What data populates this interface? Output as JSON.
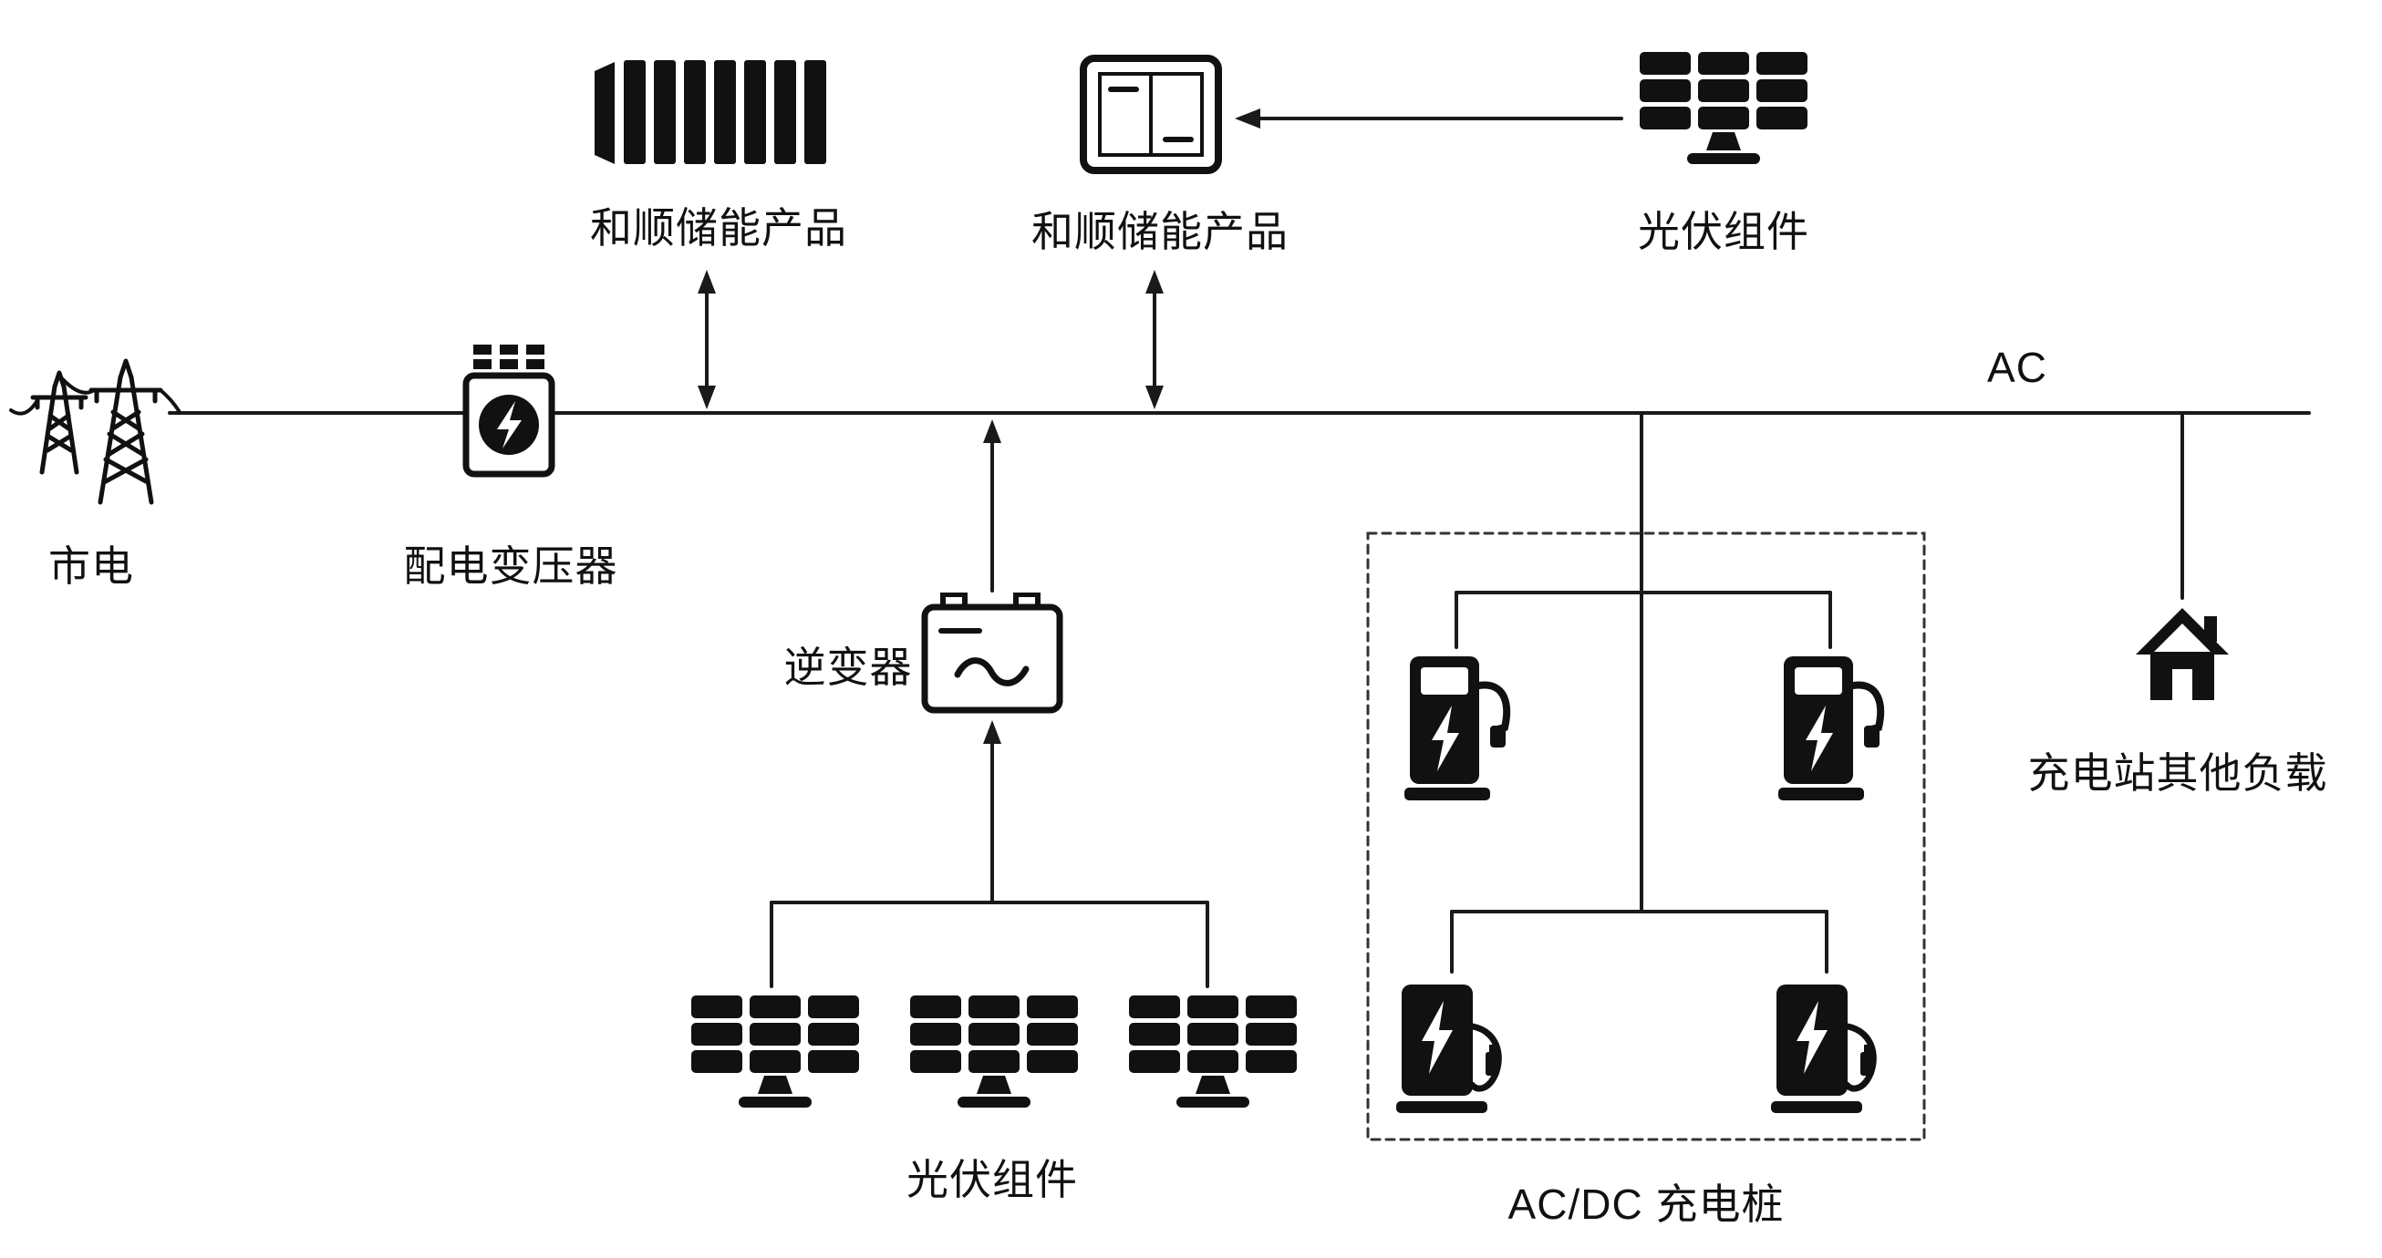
{
  "diagram": {
    "labels": {
      "grid": "市电",
      "transformer": "配电变压器",
      "storage_container": "和顺储能产品",
      "storage_cabinet": "和顺储能产品",
      "pv_top": "光伏组件",
      "pv_bottom": "光伏组件",
      "ac_bus": "AC",
      "inverter": "逆变器",
      "charger_group": "AC/DC 充电桩",
      "other_loads": "充电站其他负载"
    },
    "colors": {
      "line": "#1a1a1a",
      "background": "#ffffff"
    }
  }
}
